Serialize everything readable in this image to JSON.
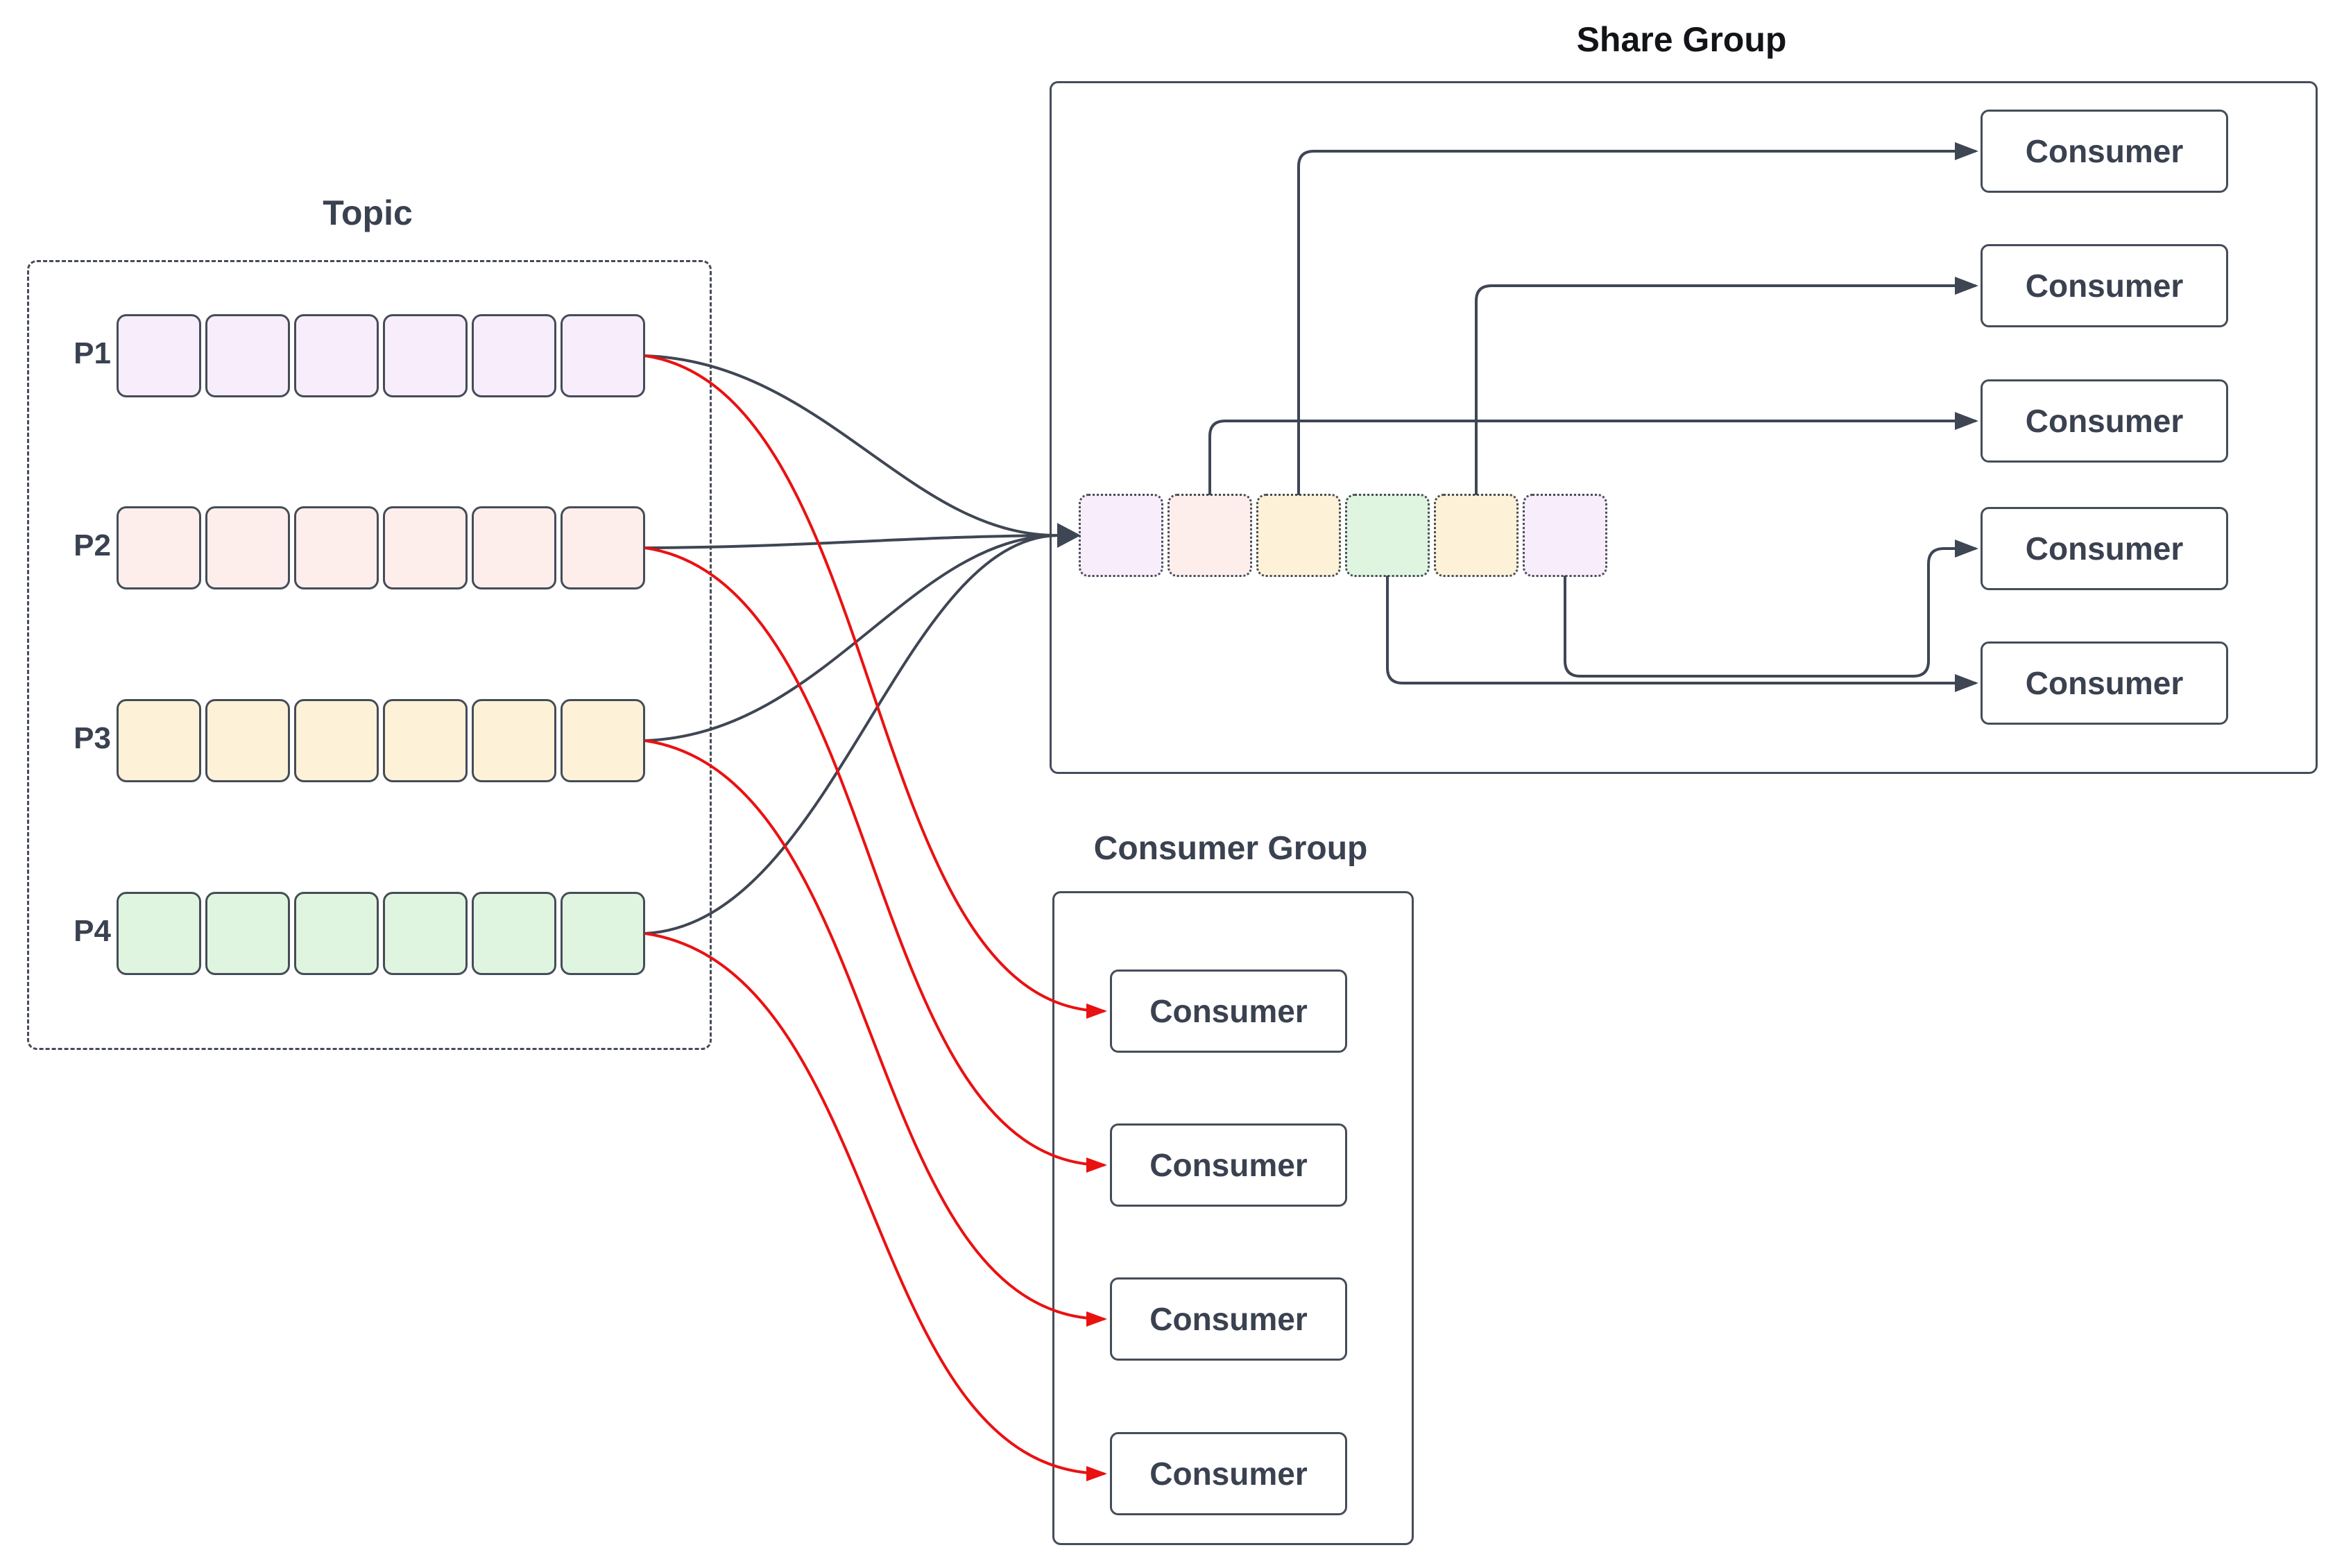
{
  "colors": {
    "line": "#3f4653",
    "accent_red": "#ea1111",
    "text_dark": "#3a4150",
    "title_black": "#121418",
    "cell_border": "#454c59",
    "purple_fill": "#f8edfb",
    "pink_fill": "#fdeeec",
    "yellow_fill": "#fdf2d7",
    "green_fill": "#e0f5df"
  },
  "topic": {
    "title": "Topic",
    "partitions": [
      {
        "label": "P1",
        "color": "purple",
        "cells": 6
      },
      {
        "label": "P2",
        "color": "pink",
        "cells": 6
      },
      {
        "label": "P3",
        "color": "yellow",
        "cells": 6
      },
      {
        "label": "P4",
        "color": "green",
        "cells": 6
      }
    ]
  },
  "share_group": {
    "title": "Share Group",
    "message_colors": [
      "purple",
      "pink",
      "yellow",
      "green",
      "yellow",
      "purple"
    ],
    "consumers": [
      "Consumer",
      "Consumer",
      "Consumer",
      "Consumer",
      "Consumer"
    ]
  },
  "consumer_group": {
    "title": "Consumer Group",
    "consumers": [
      "Consumer",
      "Consumer",
      "Consumer",
      "Consumer"
    ]
  }
}
